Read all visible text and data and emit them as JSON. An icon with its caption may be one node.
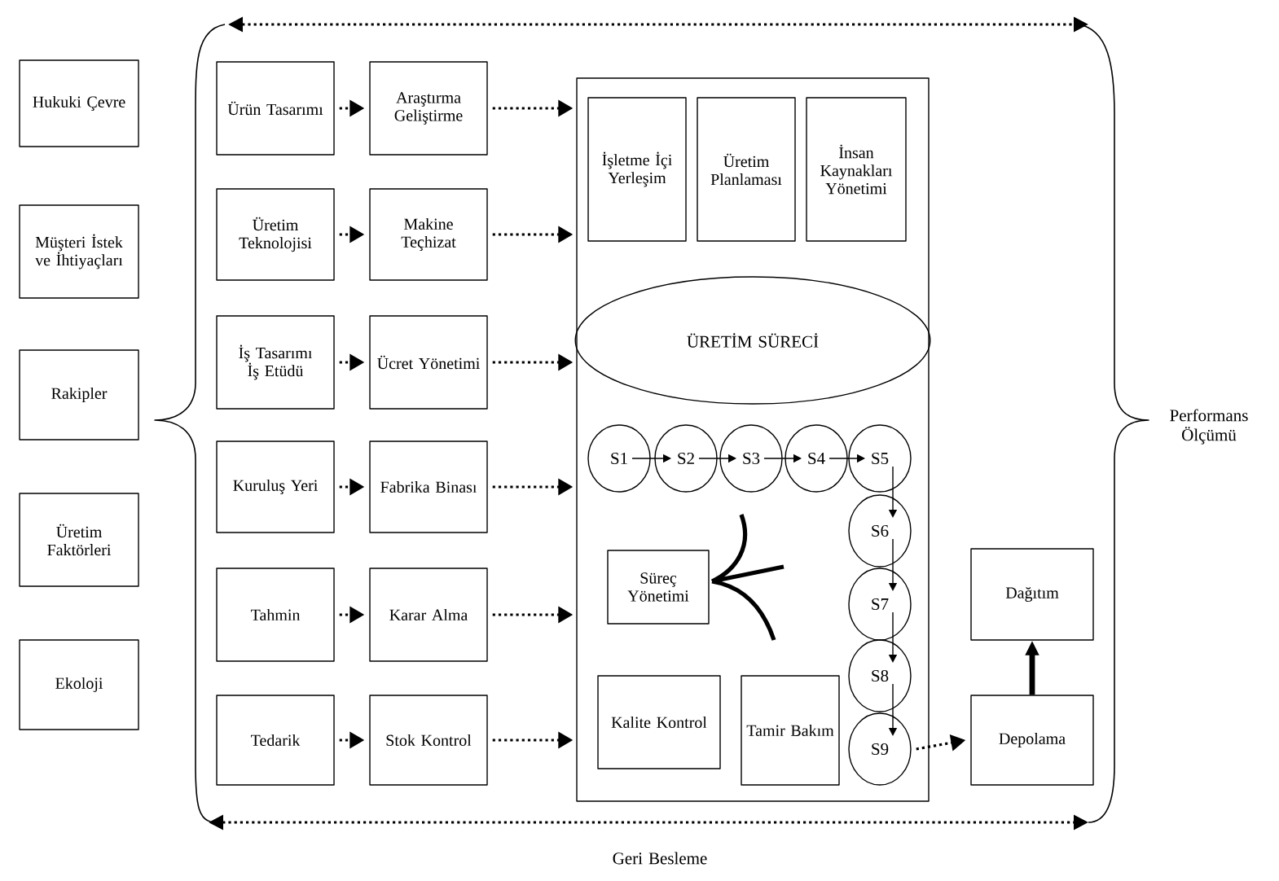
{
  "diagram": {
    "nodes": [
      {
        "text": [
          "Hukuki Çevre"
        ]
      },
      {
        "text": [
          "Müşteri İstek ve İhtiyaçları"
        ]
      },
      {
        "text": [
          "Rakipler"
        ]
      },
      {
        "text": [
          "Üretim Faktörleri"
        ]
      },
      {
        "text": [
          "Ekoloji"
        ]
      },
      {
        "text": [
          "Ürün Tasarımı"
        ]
      },
      {
        "text": [
          "Araştırma Geliştirme"
        ]
      },
      {
        "text": [
          "Üretim Teknolojisi"
        ]
      },
      {
        "text": [
          "Makine Teçhizat"
        ]
      },
      {
        "text": [
          "İş Tasarımı İş Etüdü"
        ]
      },
      {
        "text": [
          "Ücret Yönetimi"
        ]
      },
      {
        "text": [
          "Kuruluş Yeri"
        ]
      },
      {
        "text": [
          "Fabrika Binası"
        ]
      },
      {
        "text": [
          "Tahmin"
        ]
      },
      {
        "text": [
          "Karar Alma"
        ]
      },
      {
        "text": [
          "Tedarik"
        ]
      },
      {
        "text": [
          "Stok Kontrol"
        ]
      },
      {
        "text": [],
        "shape": "box"
      },
      {
        "text": [
          "İşletme İçi Yerleşim"
        ],
        "in": 17
      },
      {
        "text": [
          "Üretim Planlaması"
        ],
        "in": 17
      },
      {
        "text": [
          "İnsan Kaynakları Yönetimi"
        ],
        "in": 17
      },
      {
        "text": [
          "ÜRETİM SÜRECİ"
        ],
        "in": 17
      },
      {
        "text": [
          "S1"
        ],
        "in": 17
      },
      {
        "text": [
          "S2"
        ],
        "in": 17
      },
      {
        "text": [
          "S3"
        ],
        "in": 17
      },
      {
        "text": [
          "S4"
        ],
        "in": 17
      },
      {
        "text": [
          "S5"
        ],
        "in": 17
      },
      {
        "text": [
          "S6"
        ],
        "in": 17
      },
      {
        "text": [
          "S7"
        ],
        "in": 17
      },
      {
        "text": [
          "S8"
        ],
        "in": 17
      },
      {
        "text": [
          "S9"
        ],
        "in": 17
      },
      {
        "text": [
          "Süreç Yönetimi"
        ],
        "in": 17
      },
      {
        "text": [
          "Kalite Kontrol"
        ],
        "in": 17
      },
      {
        "text": [
          "Tamir Bakım"
        ],
        "in": 17
      },
      {
        "text": [
          "Dağıtım"
        ]
      },
      {
        "text": [
          "Depolama"
        ]
      }
    ],
    "edges": [
      {
        "from": 5,
        "to": 6,
        "arrow": "to",
        "style": "dashed"
      },
      {
        "from": 7,
        "to": 8,
        "arrow": "to",
        "style": "dashed"
      },
      {
        "from": 9,
        "to": 10,
        "arrow": "to",
        "style": "dashed"
      },
      {
        "from": 11,
        "to": 12,
        "arrow": "to",
        "style": "dashed"
      },
      {
        "from": 13,
        "to": 14,
        "arrow": "to",
        "style": "dashed"
      },
      {
        "from": 15,
        "to": 16,
        "arrow": "to",
        "style": "dashed"
      },
      {
        "from": 6,
        "to": 17,
        "arrow": "to",
        "style": "dashed"
      },
      {
        "from": 8,
        "to": 17,
        "arrow": "to",
        "style": "dashed"
      },
      {
        "from": 10,
        "to": 17,
        "arrow": "to",
        "style": "dashed"
      },
      {
        "from": 12,
        "to": 17,
        "arrow": "to",
        "style": "dashed"
      },
      {
        "from": 14,
        "to": 17,
        "arrow": "to",
        "style": "dashed"
      },
      {
        "from": 16,
        "to": 17,
        "arrow": "to",
        "style": "dashed"
      },
      {
        "from": 22,
        "to": 23,
        "arrow": "to"
      },
      {
        "from": 23,
        "to": 24,
        "arrow": "to"
      },
      {
        "from": 24,
        "to": 25,
        "arrow": "to"
      },
      {
        "from": 25,
        "to": 26,
        "arrow": "to"
      },
      {
        "from": 26,
        "to": 27,
        "arrow": "to"
      },
      {
        "from": 27,
        "to": 28,
        "arrow": "to"
      },
      {
        "from": 28,
        "to": 29,
        "arrow": "to"
      },
      {
        "from": 29,
        "to": 30,
        "arrow": "to"
      },
      {
        "from": 30,
        "to": 35,
        "arrow": "to",
        "style": "dashed"
      },
      {
        "from": 35,
        "to": 34,
        "arrow": "to",
        "style": "thick"
      }
    ],
    "labels": [
      "Performans Ölçümü",
      "Geri Besleme"
    ]
  }
}
